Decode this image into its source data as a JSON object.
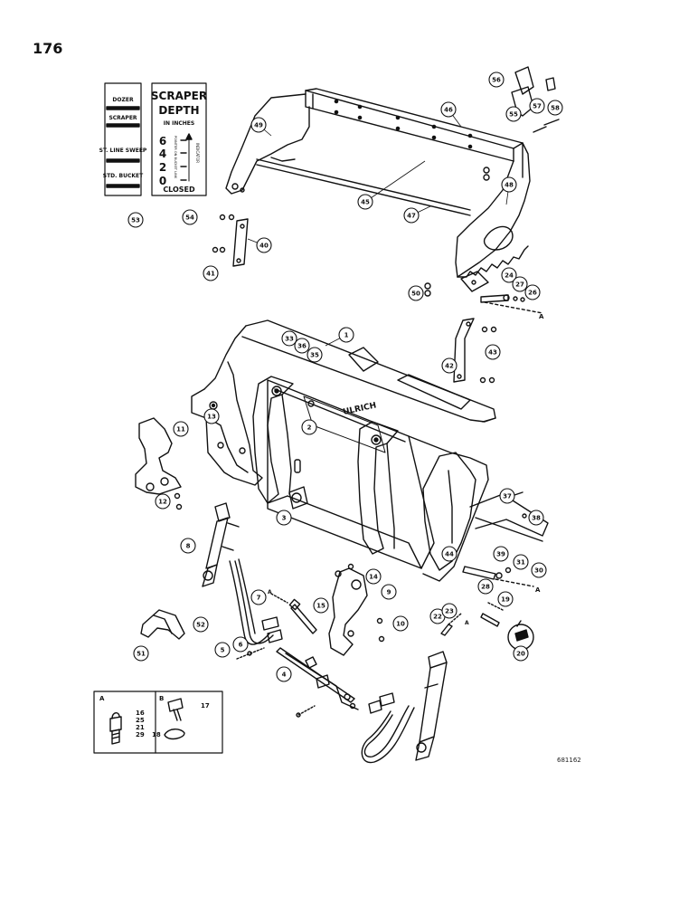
{
  "page_number": "176",
  "figure_code": "681162",
  "decal_left": {
    "labels": [
      "DOZER",
      "SCRAPER",
      "ST. LINE SWEEP",
      "STD. BUCKET"
    ]
  },
  "decal_right": {
    "title_line1": "SCRAPER",
    "title_line2": "DEPTH",
    "unit": "IN INCHES",
    "scale": [
      "6",
      "4",
      "2",
      "0"
    ],
    "side_left": "POINTER ON BUCKET LINK",
    "side_right": "INDICATOR",
    "bottom": "CLOSED"
  },
  "bucket_brand": "ULRICH",
  "callouts": [
    "1",
    "2",
    "3",
    "4",
    "5",
    "6",
    "7",
    "8",
    "9",
    "10",
    "11",
    "12",
    "13",
    "14",
    "15",
    "19",
    "20",
    "22",
    "23",
    "24",
    "26",
    "27",
    "28",
    "30",
    "31",
    "33",
    "35",
    "36",
    "37",
    "38",
    "39",
    "40",
    "41",
    "42",
    "43",
    "44",
    "45",
    "46",
    "47",
    "48",
    "49",
    "50",
    "51",
    "52",
    "53",
    "54",
    "55",
    "56",
    "57",
    "58"
  ],
  "legend_a": {
    "key": "A",
    "items": [
      "16",
      "25",
      "21",
      "29"
    ]
  },
  "legend_b": {
    "key": "B",
    "items": [
      "17",
      "18"
    ]
  },
  "letter_a": "A"
}
